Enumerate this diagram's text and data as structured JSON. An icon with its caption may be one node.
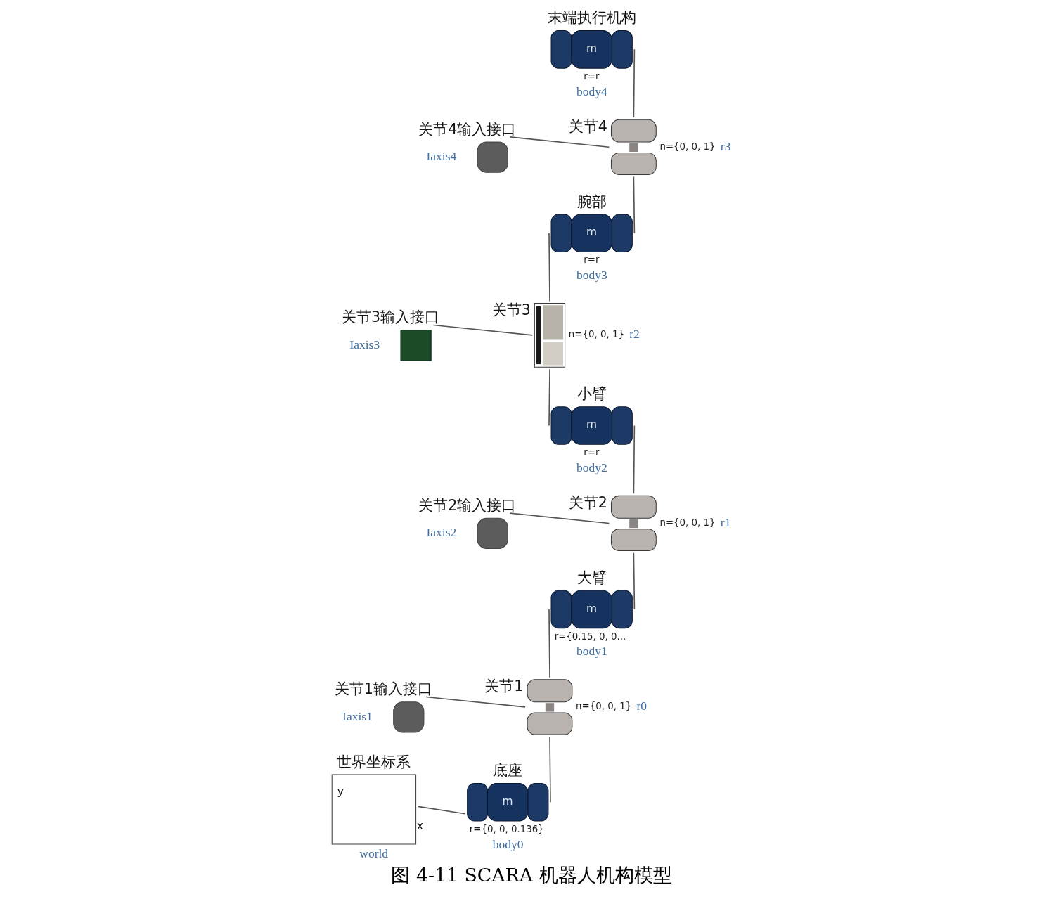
{
  "diagram": {
    "caption": "图 4-11 SCARA 机器人机构模型",
    "nodes": [
      {
        "text": [
          "末端执行机构",
          "m"
        ],
        "beside": [
          "r=r",
          "body4"
        ]
      },
      {
        "text": [
          "关节4输入接口"
        ],
        "beside": [
          "Iaxis4"
        ]
      },
      {
        "text": [
          "关节4"
        ],
        "beside": [
          "n={0, 0, 1}",
          "r3"
        ]
      },
      {
        "text": [
          "关节3输入接口"
        ],
        "beside": [
          "Iaxis3"
        ]
      },
      {
        "text": [
          "腕部",
          "m"
        ],
        "beside": [
          "r=r",
          "body3"
        ]
      },
      {
        "text": [
          "关节3"
        ],
        "beside": [
          "n={0, 0, 1}",
          "r2"
        ]
      },
      {
        "text": [
          "小臂",
          "m"
        ],
        "beside": [
          "r=r",
          "body2"
        ]
      },
      {
        "text": [
          "关节2"
        ],
        "beside": [
          "n={0, 0, 1}",
          "r1"
        ]
      },
      {
        "text": [
          "关节2输入接口"
        ],
        "beside": [
          "Iaxis2"
        ]
      },
      {
        "text": [
          "大臂",
          "m"
        ],
        "beside": [
          "r={0.15, 0, 0...",
          "body1"
        ]
      },
      {
        "text": [
          "关节1输入接口"
        ],
        "beside": [
          "Iaxis1"
        ]
      },
      {
        "text": [
          "关节1"
        ],
        "beside": [
          "n={0, 0, 1}",
          "r0"
        ]
      },
      {
        "text": [
          "世界坐标系",
          "y",
          "x"
        ],
        "beside": [
          "world"
        ]
      },
      {
        "text": [
          "底座",
          "m"
        ],
        "beside": [
          "r={0, 0, 0.136}",
          "body0"
        ]
      }
    ],
    "edges": [
      {
        "from": 12,
        "to": 13,
        "arrow": "none"
      },
      {
        "from": 13,
        "to": 11,
        "arrow": "none"
      },
      {
        "from": 11,
        "to": 9,
        "arrow": "none"
      },
      {
        "from": 9,
        "to": 7,
        "arrow": "none"
      },
      {
        "from": 7,
        "to": 6,
        "arrow": "none"
      },
      {
        "from": 6,
        "to": 5,
        "arrow": "none"
      },
      {
        "from": 5,
        "to": 4,
        "arrow": "none"
      },
      {
        "from": 4,
        "to": 2,
        "arrow": "none"
      },
      {
        "from": 2,
        "to": 0,
        "arrow": "none"
      },
      {
        "from": 1,
        "to": 2,
        "arrow": "none"
      },
      {
        "from": 3,
        "to": 5,
        "arrow": "none"
      },
      {
        "from": 8,
        "to": 7,
        "arrow": "none"
      },
      {
        "from": 10,
        "to": 11,
        "arrow": "none"
      }
    ]
  }
}
